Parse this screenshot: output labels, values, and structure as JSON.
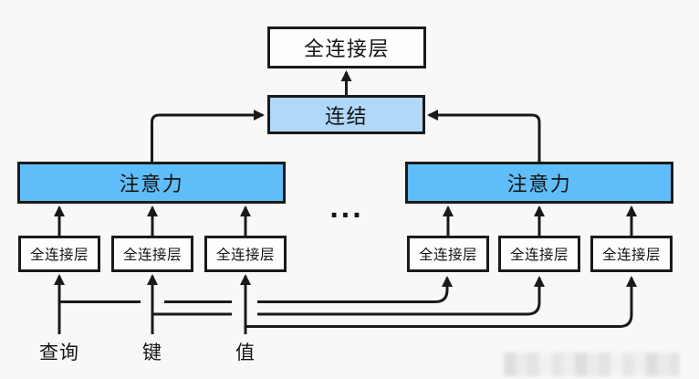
{
  "labels": {
    "output_fc": "全连接层",
    "concat": "连结",
    "attention": "注意力",
    "fc": "全连接层",
    "ellipsis": "...",
    "query": "查询",
    "key": "键",
    "value": "值"
  },
  "colors": {
    "background": "#f8f8f6",
    "line": "#1a1a1a",
    "border": "#1a1a1a",
    "box_fill": "#fefefe",
    "attention_fill": "#5fbef9",
    "concat_fill": "#b0d8f8",
    "text": "#141414"
  }
}
